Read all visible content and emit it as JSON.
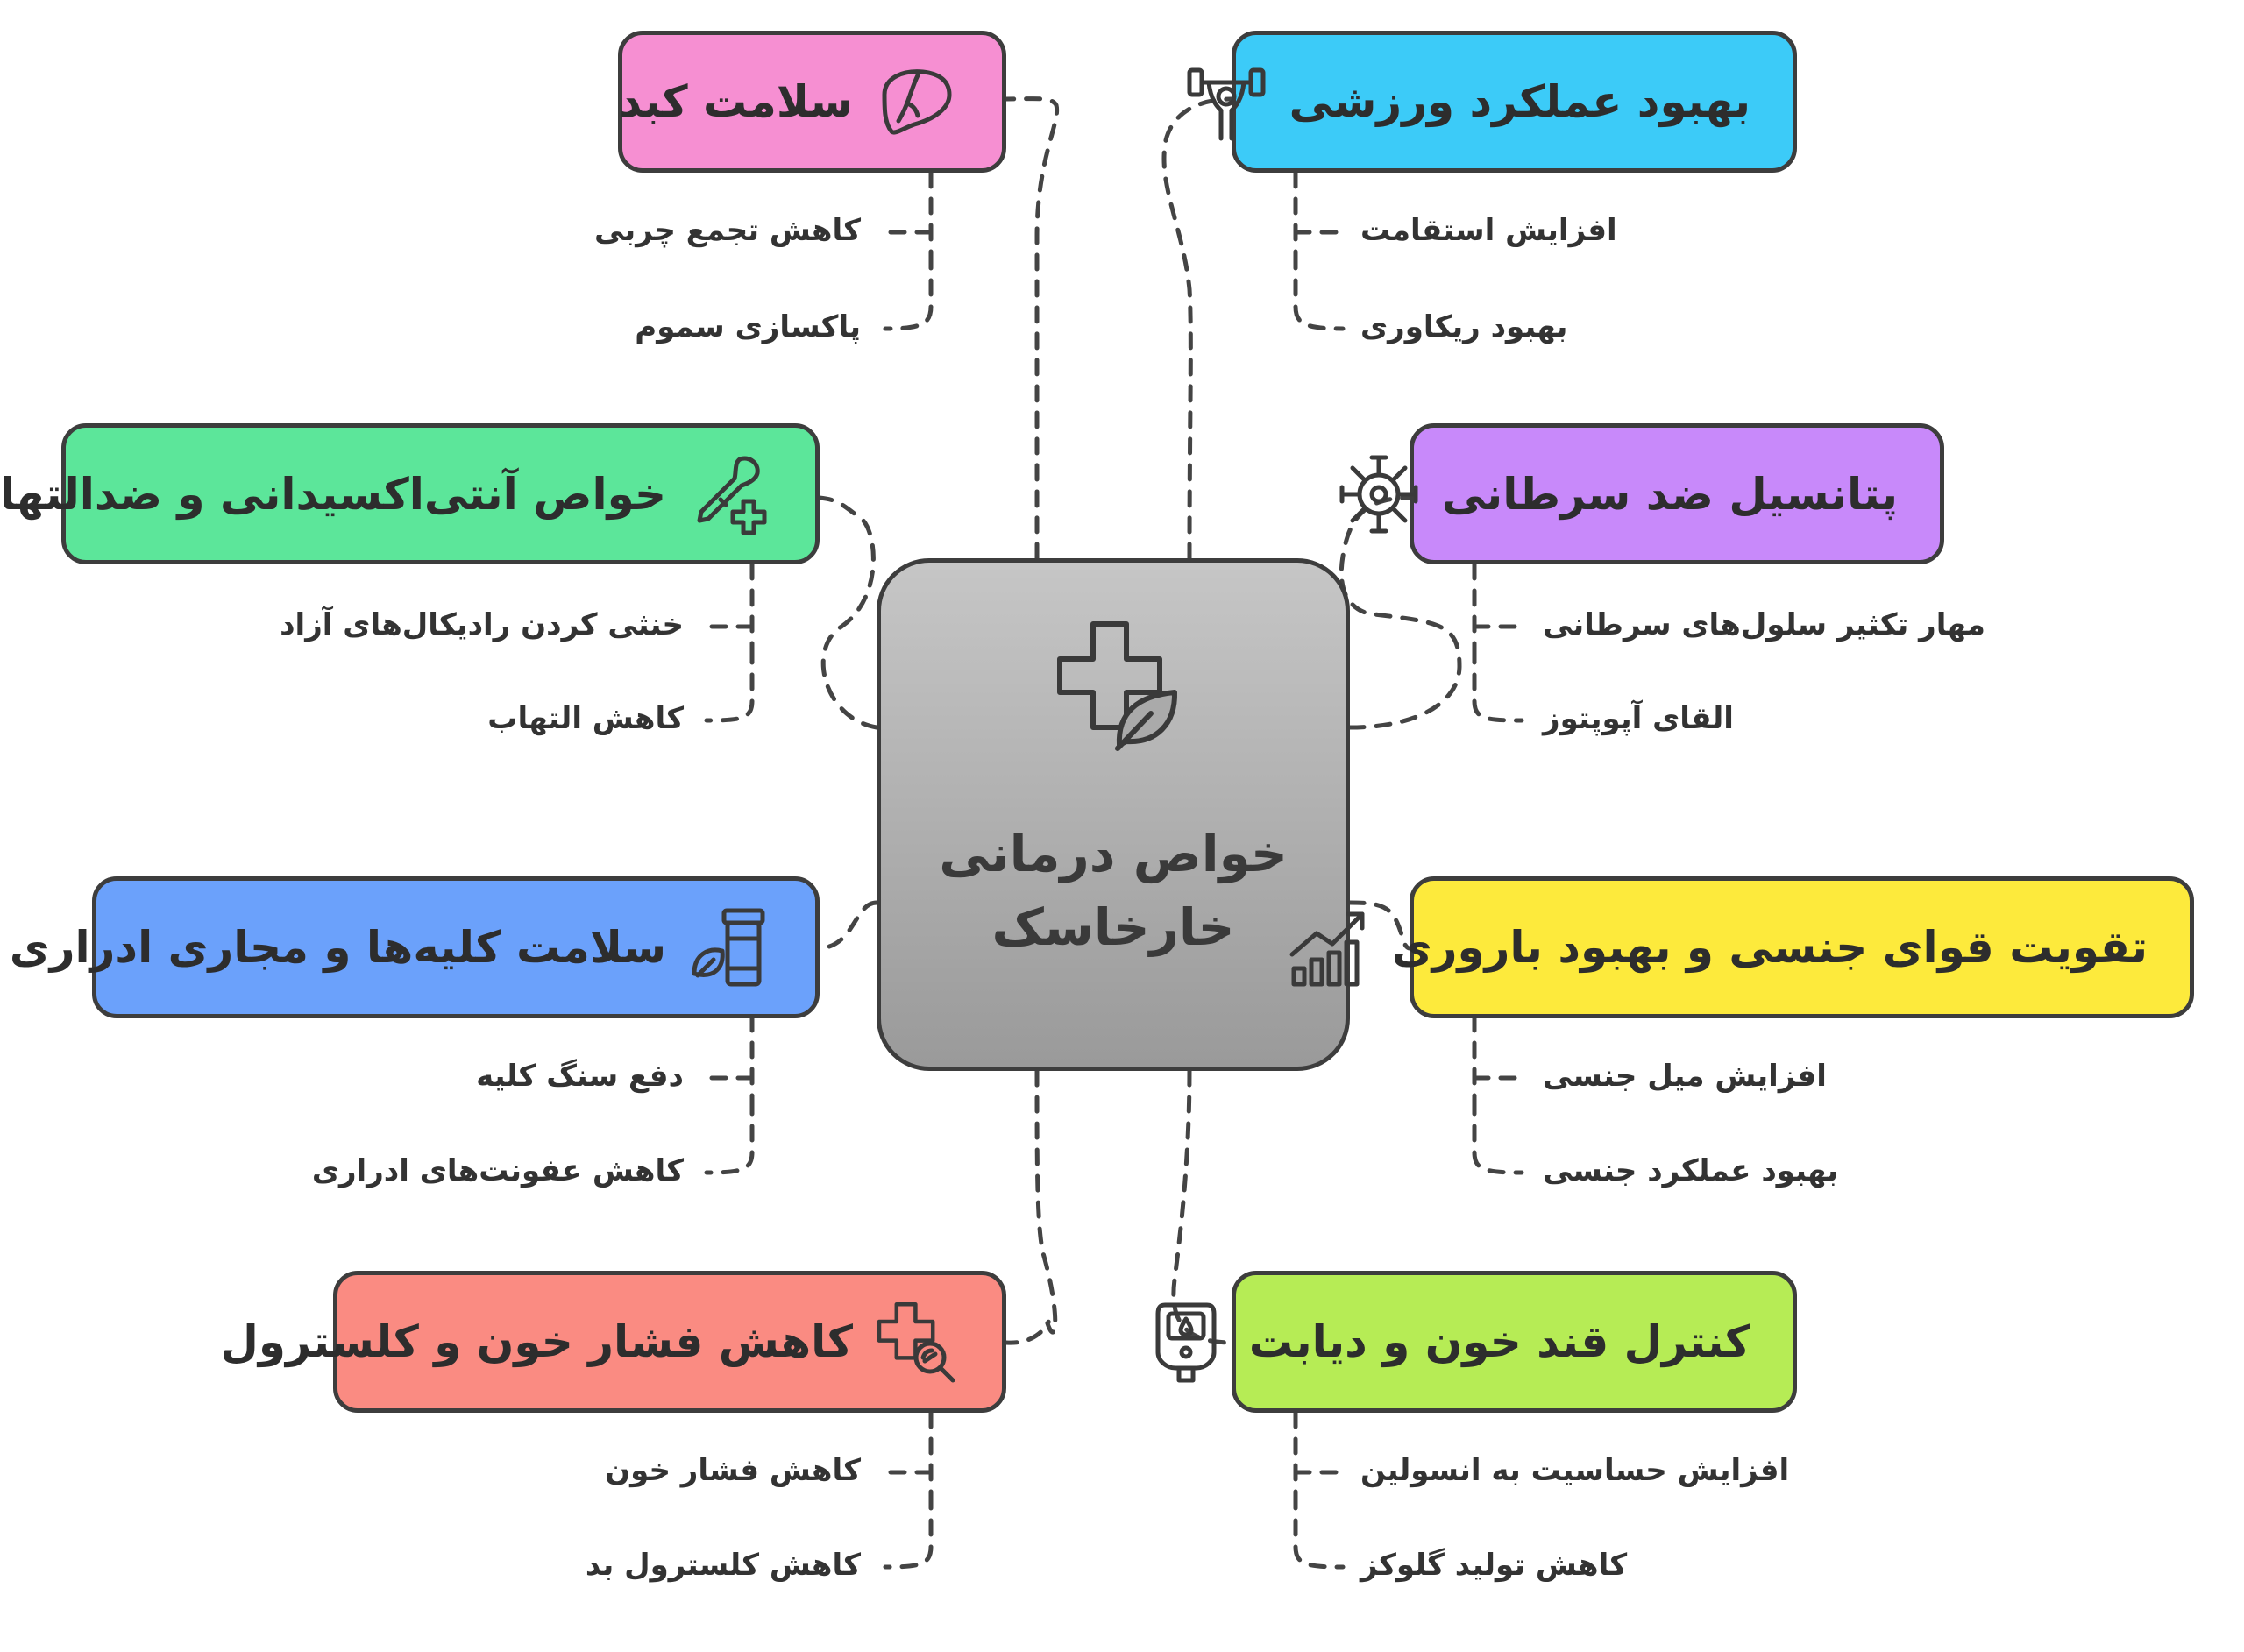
{
  "center": {
    "title_line1": "خواص درمانی",
    "title_line2": "خارخاسک"
  },
  "nodes": [
    {
      "id": "liver",
      "label": "سلامت کبد",
      "color": "#f68fd2",
      "icon": "liver-icon",
      "subs": [
        "کاهش تجمع چربی",
        "پاکسازی سموم"
      ]
    },
    {
      "id": "sport",
      "label": "بهبود عملکرد ورزشی",
      "color": "#3ccbf8",
      "icon": "weightlifting-icon",
      "subs": [
        "افزایش استقامت",
        "بهبود ریکاوری"
      ]
    },
    {
      "id": "antioxidant",
      "label": "خواص آنتی‌اکسیدانی و ضدالتهابی",
      "color": "#5ce69a",
      "icon": "medicine-dropper-icon",
      "subs": [
        "خنثی کردن رادیکال‌های آزاد",
        "کاهش التهاب"
      ]
    },
    {
      "id": "cancer",
      "label": "پتانسیل ضد سرطانی",
      "color": "#c889fa",
      "icon": "cell-icon",
      "subs": [
        "مهار تکثیر سلول‌های سرطانی",
        "القای آپوپتوز"
      ]
    },
    {
      "id": "kidney",
      "label": "سلامت کلیه‌ها و مجاری ادراری",
      "color": "#6ba1fb",
      "icon": "medicine-bottle-icon",
      "subs": [
        "دفع سنگ کلیه",
        "کاهش عفونت‌های ادراری"
      ]
    },
    {
      "id": "sexual",
      "label": "تقویت قوای جنسی و بهبود باروری",
      "color": "#fdea3c",
      "icon": "growth-chart-icon",
      "subs": [
        "افزایش میل جنسی",
        "بهبود عملکرد جنسی"
      ]
    },
    {
      "id": "blood",
      "label": "کاهش فشار خون و کلسترول",
      "color": "#fa8b82",
      "icon": "health-search-icon",
      "subs": [
        "کاهش فشار خون",
        "کاهش کلسترول بد"
      ]
    },
    {
      "id": "diabetes",
      "label": "کنترل قند خون و دیابت",
      "color": "#b6ec55",
      "icon": "glucose-meter-icon",
      "subs": [
        "افزایش حساسیت به انسولین",
        "کاهش تولید گلوکز"
      ]
    }
  ]
}
